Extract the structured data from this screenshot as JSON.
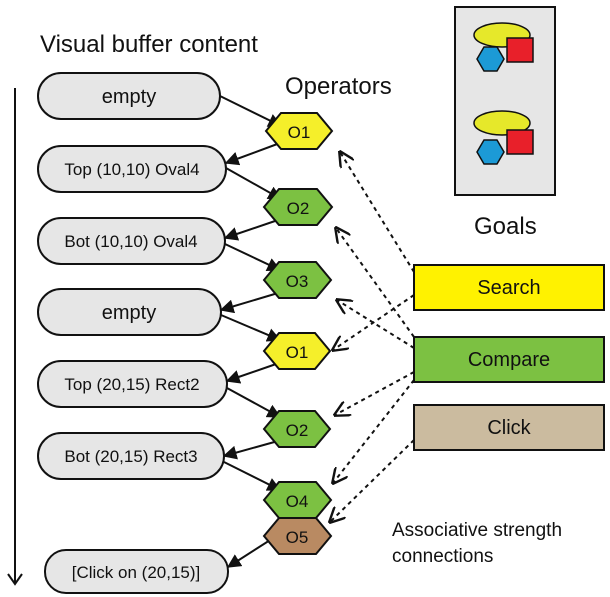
{
  "title": "Visual buffer content",
  "operators_label": "Operators",
  "goals_label": "Goals",
  "assoc_label": [
    "Associative strength",
    "connections"
  ],
  "buffer_states": [
    "empty",
    "Top (10,10) Oval4",
    "Bot (10,10) Oval4",
    "empty",
    "Top (20,15) Rect2",
    "Bot (20,15) Rect3",
    "[Click on (20,15)]"
  ],
  "operators": [
    {
      "label": "O1",
      "color": "#f5ef2a"
    },
    {
      "label": "O2",
      "color": "#7cc142"
    },
    {
      "label": "O3",
      "color": "#7cc142"
    },
    {
      "label": "O1",
      "color": "#f5ef2a"
    },
    {
      "label": "O2",
      "color": "#7cc142"
    },
    {
      "label": "O4",
      "color": "#7cc142"
    },
    {
      "label": "O5",
      "color": "#b98a62"
    }
  ],
  "goals": [
    {
      "label": "Search",
      "color": "#fff200"
    },
    {
      "label": "Compare",
      "color": "#7cc142"
    },
    {
      "label": "Click",
      "color": "#cbbb9f"
    }
  ],
  "goal_icon_colors": {
    "oval": "#e6e82a",
    "square": "#e8202a",
    "hexagon": "#1c9ad6"
  }
}
